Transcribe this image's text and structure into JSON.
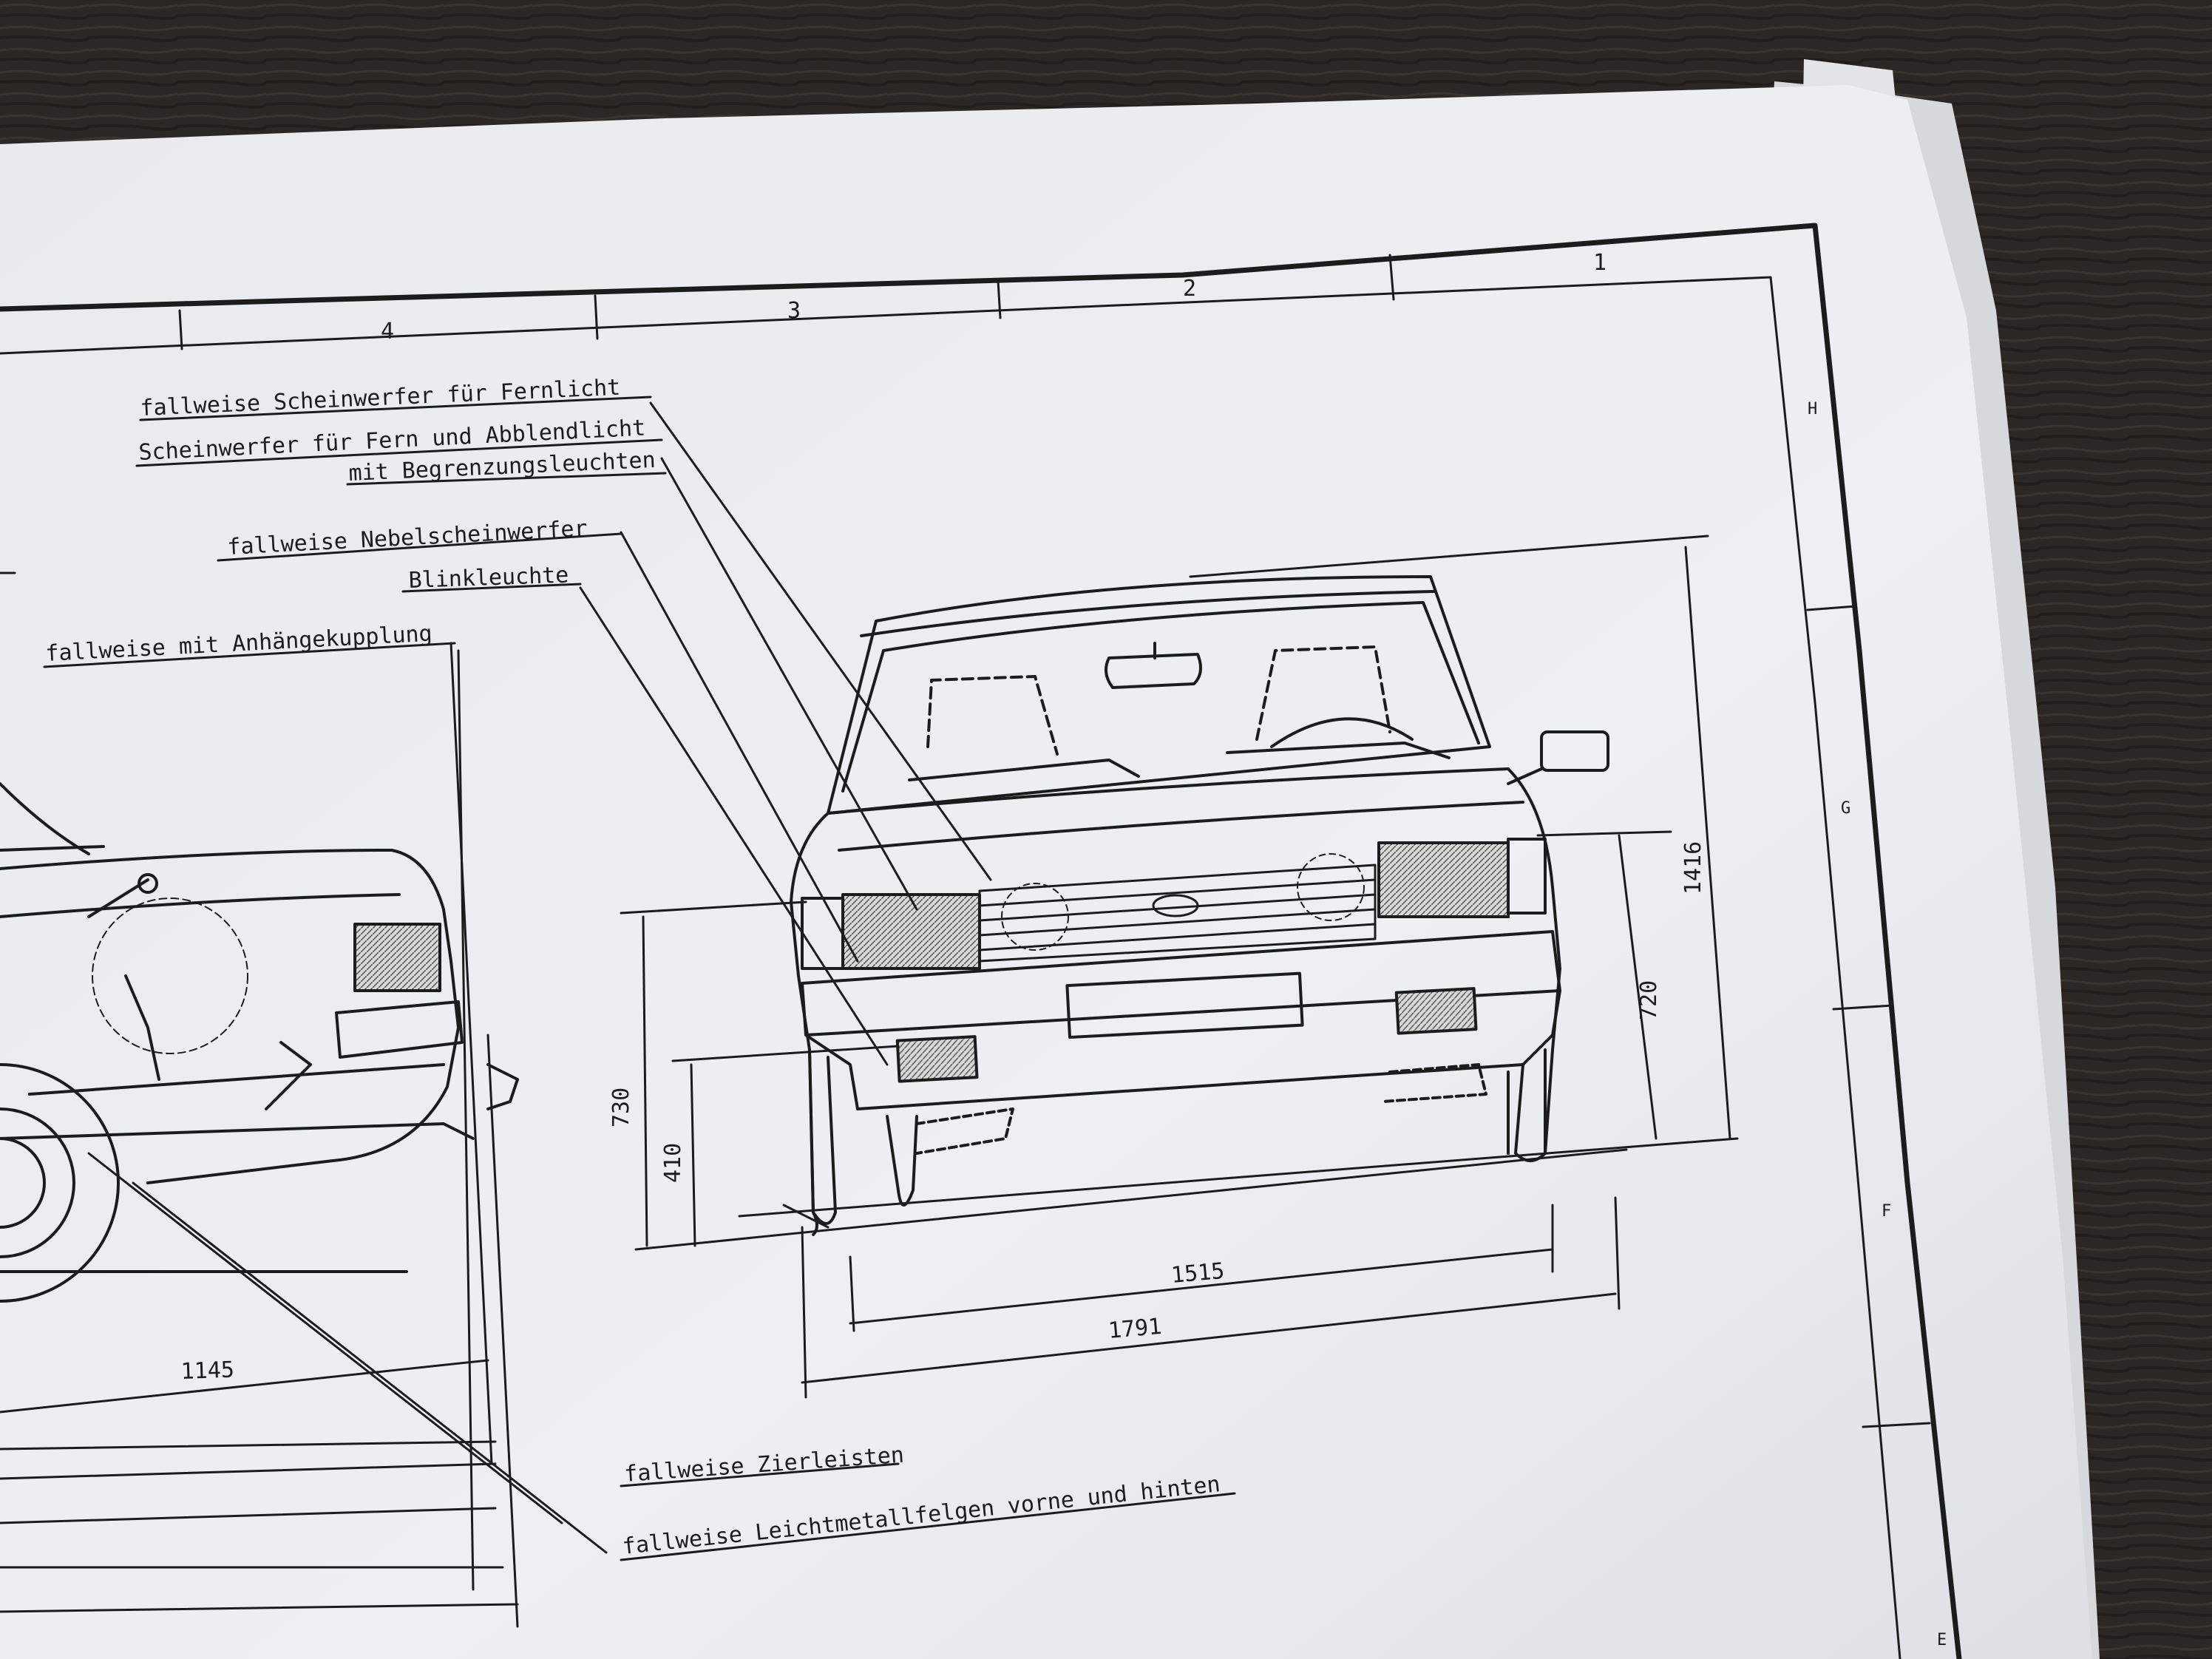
{
  "labels": {
    "fernlicht": "fallweise Scheinwerfer für Fernlicht",
    "abblend": "Scheinwerfer für Fern und Abblendlicht",
    "begrenzung": "mit Begrenzungsleuchten",
    "nebel": "fallweise Nebelscheinwerfer",
    "blink": "Blinkleuchte",
    "anhaenger": "fallweise mit Anhängekupplung",
    "zierleisten": "fallweise Zierleisten",
    "felgen": "fallweise Leichtmetallfelgen vorne und hinten"
  },
  "dimensions": {
    "overall_height": "1416",
    "height_720": "720",
    "height_730": "730",
    "height_410": "410",
    "track": "1515",
    "width": "1791",
    "rear_overhang": "1145"
  },
  "grid": {
    "columns": [
      "4",
      "3",
      "2",
      "1"
    ],
    "rows": [
      "H",
      "G",
      "F",
      "E"
    ]
  },
  "colors": {
    "background": "#2a2623",
    "paper": "#ecedf0",
    "ink": "#1c1c1c"
  }
}
